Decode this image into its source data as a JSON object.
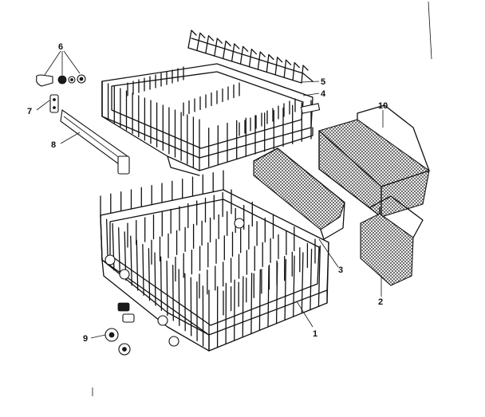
{
  "diagram": {
    "callouts": {
      "lower_rack": "1",
      "silverware_basket_small": "2",
      "silverware_basket": "3",
      "upper_rack": "4",
      "cup_shelf": "5",
      "fastener_set": "6",
      "rail_stop": "7",
      "track": "8",
      "roller": "9",
      "silverware_basket_large": "10"
    }
  }
}
